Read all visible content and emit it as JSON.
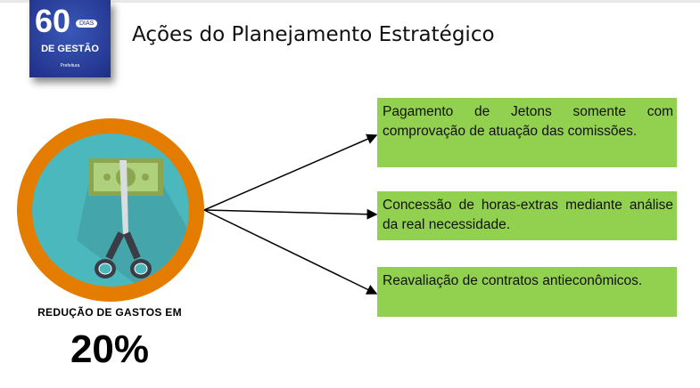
{
  "logo": {
    "number": "60",
    "dias": "DIAS",
    "subtitle": "DE GESTÃO",
    "footer": "Prefeitura"
  },
  "title": "Ações do Planejamento Estratégico",
  "caption": "REDUÇÃO DE GASTOS EM",
  "percentage": "20%",
  "actions": [
    {
      "text": "Pagamento de Jetons somente com comprovação de atuação das comissões."
    },
    {
      "text": "Concessão de horas-extras mediante análise da real necessidade."
    },
    {
      "text": "Reavaliação de contratos antieconômicos."
    }
  ],
  "colors": {
    "accent_orange": "#e47c00",
    "circle_teal": "#4bb8bd",
    "box_green": "#92d050"
  }
}
